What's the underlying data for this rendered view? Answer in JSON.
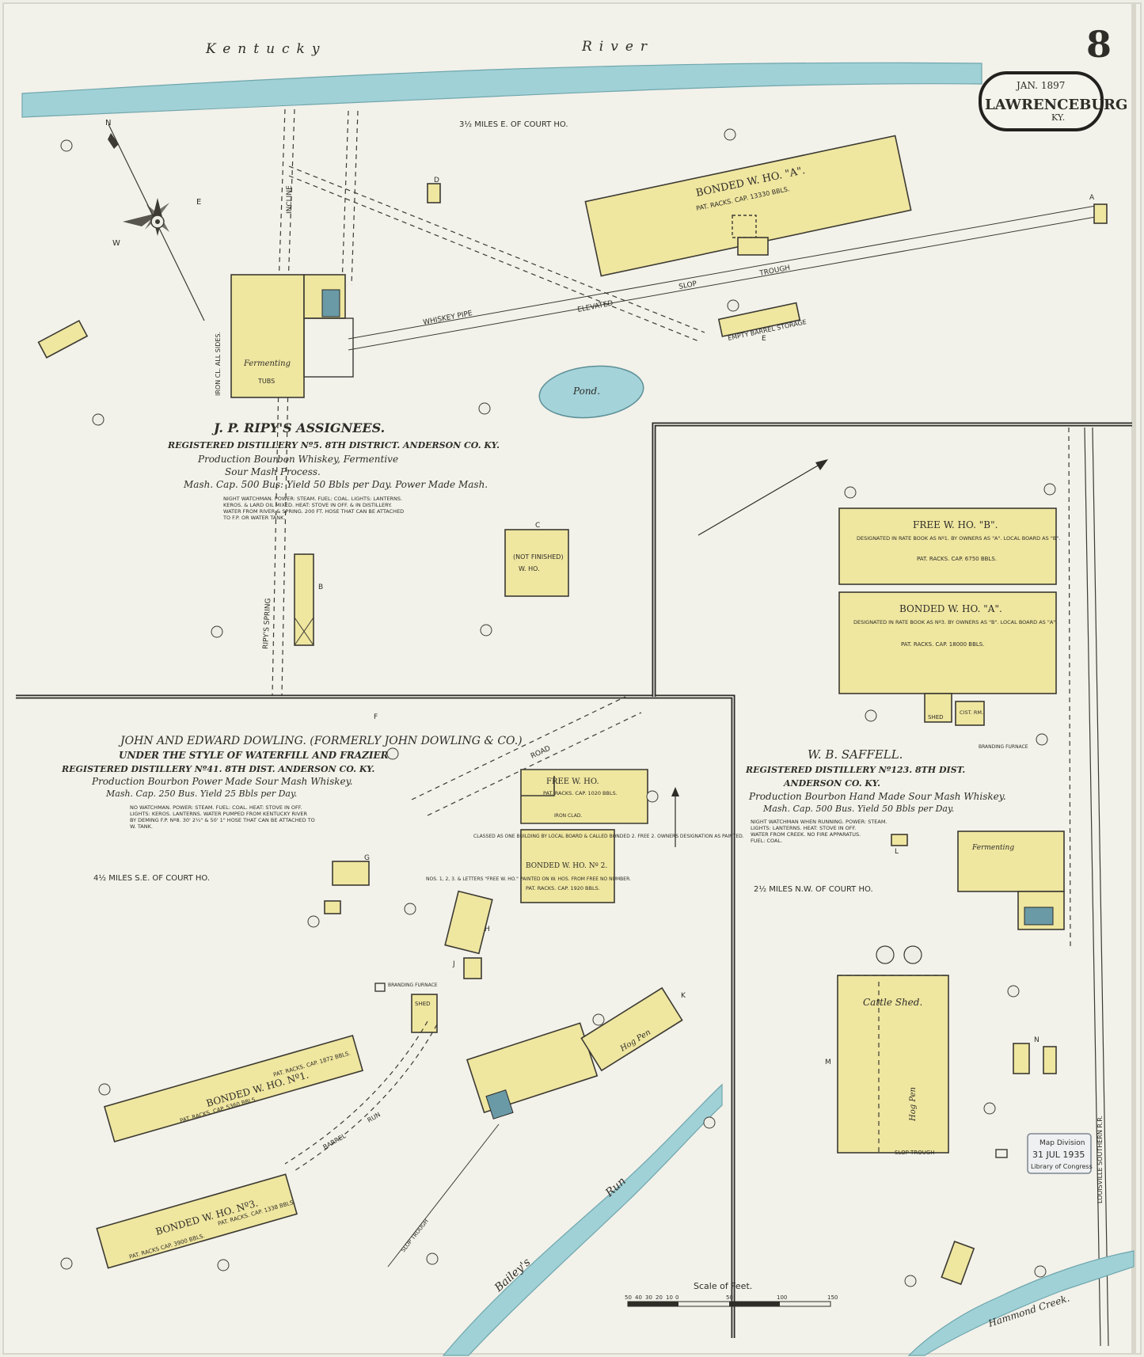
{
  "sheet": {
    "number": "8",
    "date": "JAN. 1897",
    "town": "LAWRENCEBURG",
    "state": "KY."
  },
  "water": {
    "kentucky_river_left": "Kentucky",
    "kentucky_river_right": "River",
    "pond": "Pond.",
    "baileys_run_a": "Bailey's",
    "baileys_run_b": "Run",
    "hammond_creek": "Hammond Creek."
  },
  "ripy": {
    "title": "J. P. RIPY'S ASSIGNEES.",
    "line1": "REGISTERED DISTILLERY Nº5. 8TH DISTRICT. ANDERSON CO. KY.",
    "line2": "Production Bourbon Whiskey, Fermentive",
    "line3": "Sour Mash Process.",
    "line4": "Mash. Cap. 500 Bus: Yield 50 Bbls per Day. Power Made Mash.",
    "note1": "NIGHT WATCHMAN. POWER: STEAM. FUEL: COAL. LIGHTS: LANTERNS.",
    "note2": "KEROS. & LARD OIL MIXED. HEAT: STOVE IN OFF. & IN DISTILLERY.",
    "note3": "WATER FROM RIVER & SPRING. 200 FT. HOSE THAT CAN BE ATTACHED",
    "note4": "TO F.P. OR WATER TANK.",
    "distance": "3½ MILES E. OF COURT HO.",
    "bonded_a": "BONDED W. HO. \"A\".",
    "bonded_a_racks": "PAT. RACKS. CAP. 13330 BBLS.",
    "empty_barrel": "EMPTY BARREL STORAGE",
    "fermenting": "Fermenting",
    "tubs": "TUBS",
    "whiskey_pipe": "WHISKEY PIPE",
    "elevated": "ELEVATED",
    "slop": "SLOP",
    "trough": "TROUGH",
    "incline": "INCLINE",
    "not_finished": "(NOT FINISHED)",
    "w_ho": "W. HO.",
    "iron_clad": "IRON CL. ALL SIDES.",
    "ripys_spring": "RIPY'S SPRING"
  },
  "dowling": {
    "title": "JOHN AND EDWARD DOWLING. (FORMERLY JOHN DOWLING & CO.)",
    "line1": "UNDER THE STYLE OF WATERFILL AND FRAZIER.",
    "line2": "REGISTERED DISTILLERY Nº41. 8TH DIST. ANDERSON CO. KY.",
    "line3": "Production Bourbon Power Made Sour Mash Whiskey.",
    "line4": "Mash. Cap. 250 Bus. Yield 25 Bbls per Day.",
    "note1": "NO WATCHMAN. POWER: STEAM. FUEL: COAL. HEAT: STOVE IN OFF.",
    "note2": "LIGHTS: KEROS. LANTERNS. WATER PUMPED FROM KENTUCKY RIVER",
    "note3": "BY DEMING F.P. Nº8. 30' 2¼\" & 50' 1\" HOSE THAT CAN BE ATTACHED TO",
    "note4": "W. TANK.",
    "distance": "4½ MILES S.E. OF COURT HO.",
    "free_wh": "FREE W. HO.",
    "free_wh_racks": "PAT. RACKS. CAP. 1020 BBLS.",
    "iron_clad": "IRON CLAD.",
    "bonded_2": "BONDED W. HO. Nº 2.",
    "bonded_2_racks": "PAT. RACKS. CAP. 1920 BBLS.",
    "bonded_1": "BONDED W. HO. Nº1.",
    "bonded_1_racks_a": "PAT. RACKS. CAP. 5360 BBLS.",
    "bonded_1_racks_b": "PAT. RACKS. CAP. 1872 BBLS.",
    "bonded_3": "BONDED W. HO. Nº3.",
    "bonded_3_racks_a": "PAT. RACKS CAP. 3900 BBLS.",
    "bonded_3_racks_b": "PAT. RACKS. CAP. 1338 BBLS.",
    "classed": "CLASSED AS ONE BUILDING BY LOCAL BOARD & CALLED BONDED 2. FREE 2. OWNERS DESIGNATION AS PAINTED.",
    "nos": "NOS. 1, 2, 3. & LETTERS \"FREE W. HO.\" PAINTED ON W. HOS. FROM FREE NO NUMBER.",
    "hog_pen": "Hog Pen",
    "road": "ROAD",
    "barrel": "BARREL",
    "run": "RUN",
    "slop_trough": "SLOP TROUGH",
    "branding": "BRANDING FURNACE",
    "shed": "SHED"
  },
  "saffell": {
    "title": "W. B. SAFFELL.",
    "line1": "REGISTERED DISTILLERY Nº123. 8TH DIST.",
    "line2": "ANDERSON CO. KY.",
    "line3": "Production Bourbon Hand Made Sour Mash Whiskey.",
    "line4": "Mash. Cap. 500 Bus. Yield 50 Bbls per Day.",
    "note1": "NIGHT WATCHMAN WHEN RUNNING. POWER: STEAM.",
    "note2": "LIGHTS: LANTERNS. HEAT: STOVE IN OFF.",
    "note3": "WATER FROM CREEK. NO FIRE APPARATUS.",
    "note4": "FUEL: COAL.",
    "distance": "2½ MILES N.W. OF COURT HO.",
    "free_b": "FREE W. HO. \"B\".",
    "free_b_note": "DESIGNATED IN RATE BOOK AS Nº1. BY OWNERS AS \"A\". LOCAL BOARD AS \"B\".",
    "free_b_racks": "PAT. RACKS. CAP. 6750 BBLS.",
    "bonded_a": "BONDED W. HO. \"A\".",
    "bonded_a_note": "DESIGNATED IN RATE BOOK AS Nº3. BY OWNERS AS \"B\". LOCAL BOARD AS \"A\".",
    "bonded_a_racks": "PAT. RACKS. CAP. 18000 BBLS.",
    "cattle_shed": "Cattle Shed.",
    "hog_pen": "Hog Pen",
    "shed": "SHED",
    "cist_rm": "CIST. RM.",
    "branding": "BRANDING FURNACE",
    "fermenting": "Fermenting",
    "slop_trough": "SLOP TROUGH",
    "railroad": "LOUISVILLE SOUTHERN R.R."
  },
  "scale": {
    "label": "Scale of Feet.",
    "ticks": [
      "50",
      "40",
      "30",
      "20",
      "10",
      "0",
      "50",
      "100",
      "150"
    ]
  },
  "stamp": {
    "line1": "Map Division",
    "line2": "31 JUL 1935",
    "line3": "Library of Congress"
  },
  "compass": {
    "n": "N",
    "e": "E",
    "w": "W"
  },
  "letters": [
    "A",
    "B",
    "C",
    "D",
    "E",
    "F",
    "G",
    "H",
    "J",
    "K",
    "L",
    "M",
    "N"
  ],
  "colors": {
    "building": "#efe6a0",
    "water": "#9fd1d6",
    "paper": "#efeee6",
    "ink": "#2f2d28"
  }
}
